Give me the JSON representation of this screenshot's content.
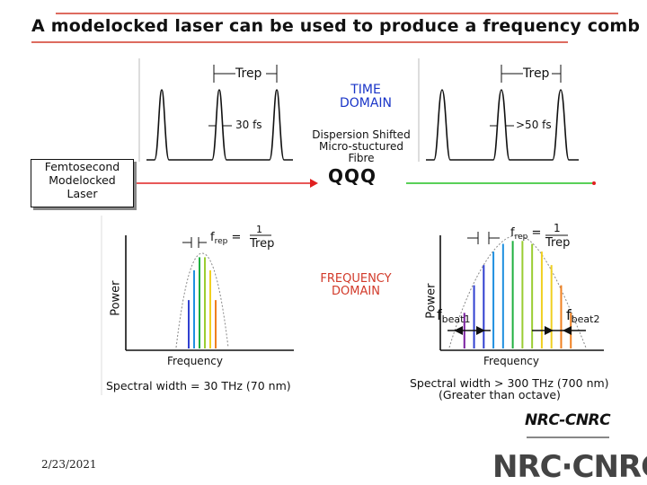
{
  "title": "A modelocked laser can be used to produce a frequency comb",
  "time_domain": {
    "label_line1": "TIME",
    "label_line2": "DOMAIN",
    "left_trep": "Trep",
    "left_width": "30 fs",
    "right_trep": "Trep",
    "right_width": ">50 fs",
    "fibre_line1": "Dispersion Shifted",
    "fibre_line2": "Micro-stuctured",
    "fibre_line3": "Fibre",
    "fibre_coil": "QQQ"
  },
  "laser": {
    "line1": "Femtosecond",
    "line2": "Modelocked",
    "line3": "Laser"
  },
  "frequency_domain": {
    "label_line1": "FREQUENCY",
    "label_line2": "DOMAIN",
    "left_frep": "f",
    "left_frep_sub": "rep",
    "left_frep_eq": "=",
    "left_frep_num": "1",
    "left_frep_den": "Trep",
    "left_ylabel": "Power",
    "left_xlabel": "Frequency",
    "left_caption": "Spectral width = 30 THz (70 nm)",
    "right_frep": "f",
    "right_frep_sub": "rep",
    "right_frep_eq": "=",
    "right_frep_num": "1",
    "right_frep_den": "Trep",
    "right_ylabel": "Power",
    "right_xlabel": "Frequency",
    "beat1": "f",
    "beat1_sub": "beat1",
    "beat2": "f",
    "beat2_sub": "beat2",
    "right_caption_line1": "Spectral width > 300 THz (700 nm)",
    "right_caption_line2": "(Greater than octave)"
  },
  "logos": {
    "small": "NRC-CNRC",
    "big": "NRC·CNRC"
  },
  "date": "2/23/2021",
  "colors": {
    "beam_red": "#e02020",
    "beam_green": "#22c020",
    "blue_label": "#1a35c8",
    "red_label": "#d23a2a"
  }
}
